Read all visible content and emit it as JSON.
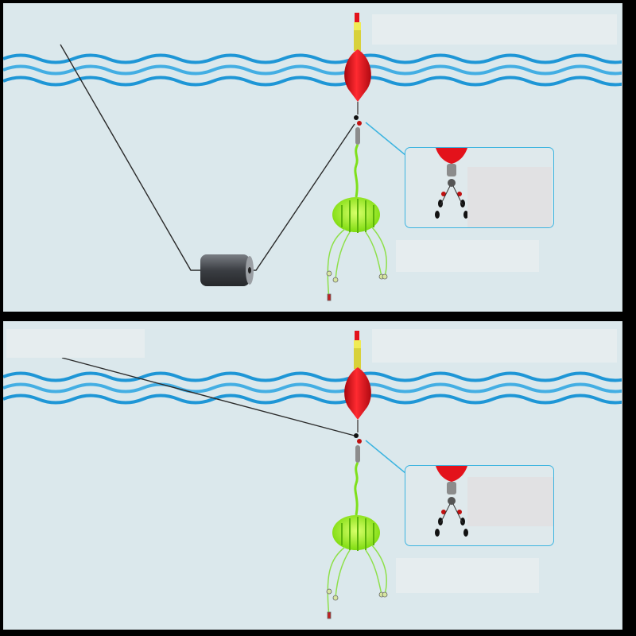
{
  "image": {
    "panels": [
      {
        "name": "rig-with-sinker",
        "items": [
          "water-surface",
          "float",
          "swivel",
          "bait-cage",
          "hooks",
          "sinker",
          "callout-swivel-detail"
        ]
      },
      {
        "name": "rig-without-sinker",
        "items": [
          "water-surface",
          "float",
          "swivel",
          "bait-cage",
          "hooks",
          "callout-swivel-detail"
        ]
      }
    ],
    "colors": {
      "water_wave": "#1e96d6",
      "background": "#dbe8ec",
      "float_body": "#e3121b",
      "float_tip": "#e8e23a",
      "bait_cage": "#9cf21e",
      "line": "#2b2b2b",
      "callout_border": "#3cb4e0",
      "sinker": "#4a4d52"
    }
  }
}
